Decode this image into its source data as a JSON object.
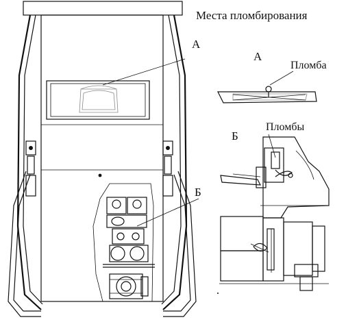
{
  "title": "Места пломбирования",
  "callouts": {
    "a_main": "А",
    "b_main": "Б",
    "a_detail": "А",
    "b_detail": "Б"
  },
  "detail_labels": {
    "seal": "Пломба",
    "seals": "Пломбы"
  }
}
